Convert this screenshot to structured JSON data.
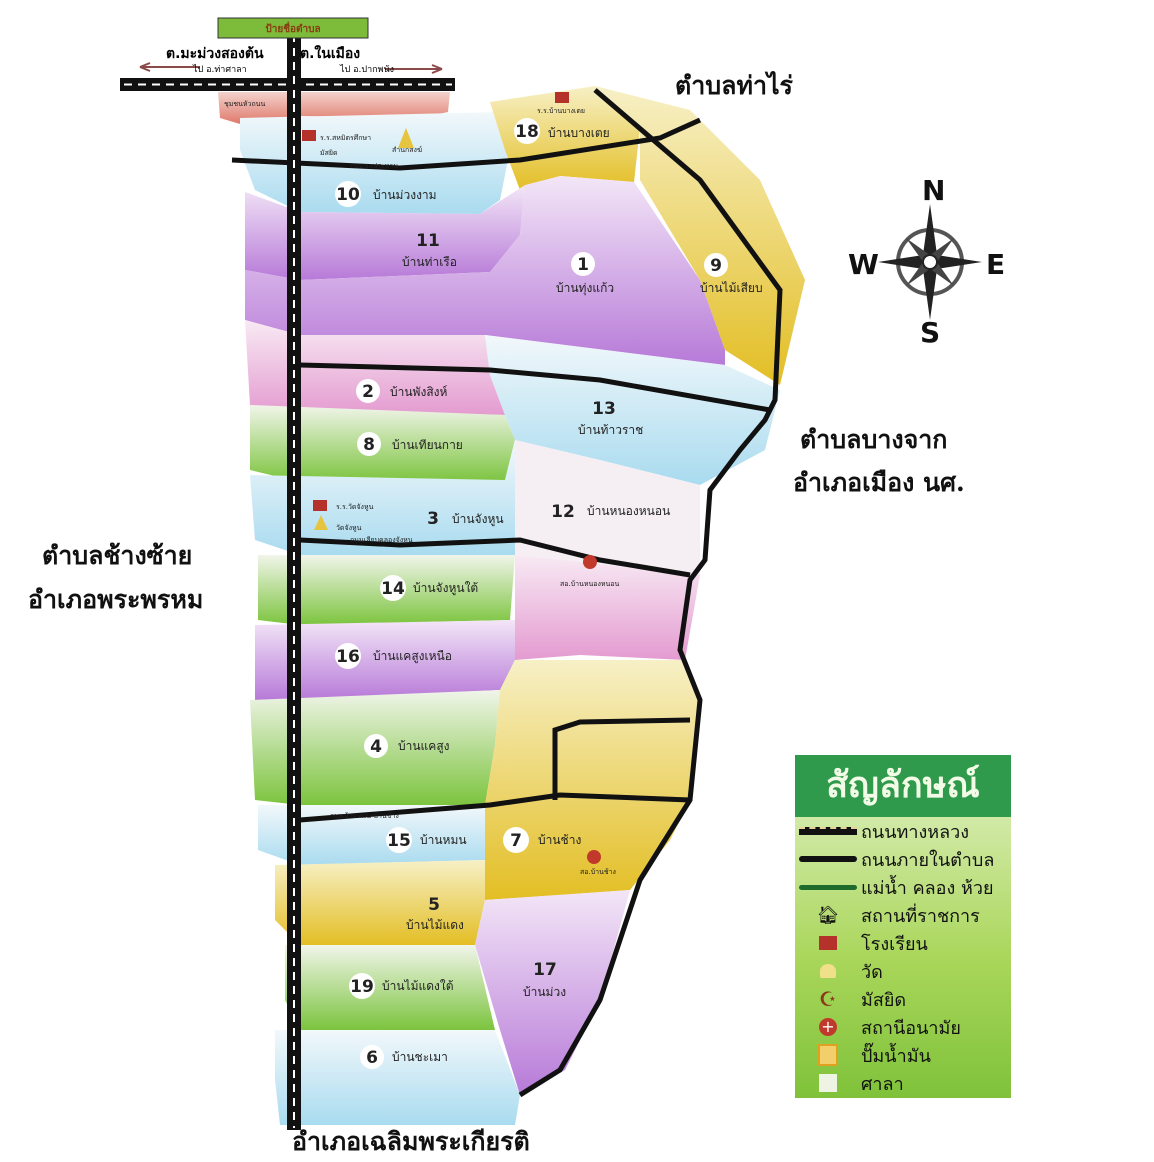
{
  "title_sign": "ป้ายชื่อตำบล",
  "top": {
    "left_subdistrict": "ต.มะม่วงสองต้น",
    "left_direction": "ไป อ.ท่าศาลา",
    "right_subdistrict": "ต.ในเมือง",
    "right_direction": "ไป อ.ปากพนัง"
  },
  "neighbors": {
    "north_east": "ตำบลท่าไร่",
    "east_line1": "ตำบลบางจาก",
    "east_line2": "อำเภอเมือง นศ.",
    "west_line1": "ตำบลช้างซ้าย",
    "west_line2": "อำเภอพระพรหม",
    "south": "อำเภอเฉลิมพระเกียรติ"
  },
  "compass": {
    "n": "N",
    "e": "E",
    "s": "S",
    "w": "W"
  },
  "places": {
    "community": "ชุมชนหัวถนน",
    "school_sahamit": "ร.ร.สหมิตรศึกษา",
    "mosque": "มัสยิด",
    "monastery": "สำนักสงฆ์",
    "irrigation_road": "ถนนชลประทาน",
    "school_bangtoei": "ร.ร.บ้านบางเตย",
    "wat_janghun": "วัดจังหูน",
    "school_janghun": "ร.ร.วัดจังหูน",
    "health_nongnon": "สอ.บ้านหนองหนอน",
    "health_chang": "สอ.บ้านช้าง",
    "road_janghun": "ถนนเลียบคลองจังหูน",
    "road_mon": "ถนนบ้านหมน-บ้านช้าง"
  },
  "villages": [
    {
      "no": "18",
      "name": "บ้านบางเตย"
    },
    {
      "no": "10",
      "name": "บ้านม่วงงาม"
    },
    {
      "no": "11",
      "name": "บ้านท่าเรือ"
    },
    {
      "no": "1",
      "name": "บ้านทุ่งแก้ว"
    },
    {
      "no": "9",
      "name": "บ้านไม้เสียบ"
    },
    {
      "no": "2",
      "name": "บ้านพังสิงห์"
    },
    {
      "no": "13",
      "name": "บ้านท้าวราช"
    },
    {
      "no": "8",
      "name": "บ้านเทียนกาย"
    },
    {
      "no": "3",
      "name": "บ้านจังหูน"
    },
    {
      "no": "12",
      "name": "บ้านหนองหนอน"
    },
    {
      "no": "14",
      "name": "บ้านจังหูนใต้"
    },
    {
      "no": "16",
      "name": "บ้านแคสูงเหนือ"
    },
    {
      "no": "4",
      "name": "บ้านแคสูง"
    },
    {
      "no": "15",
      "name": "บ้านหมน"
    },
    {
      "no": "7",
      "name": "บ้านช้าง"
    },
    {
      "no": "5",
      "name": "บ้านไม้แดง"
    },
    {
      "no": "17",
      "name": "บ้านม่วง"
    },
    {
      "no": "19",
      "name": "บ้านไม้แดงใต้"
    },
    {
      "no": "6",
      "name": "บ้านชะเมา"
    }
  ],
  "legend": {
    "title": "สัญลักษณ์",
    "items": [
      {
        "icon": "highway-icon",
        "label": "ถนนทางหลวง"
      },
      {
        "icon": "local-road-icon",
        "label": "ถนนภายในตำบล"
      },
      {
        "icon": "river-icon",
        "label": "แม่น้ำ คลอง ห้วย"
      },
      {
        "icon": "government-office-icon",
        "label": "สถานที่ราชการ"
      },
      {
        "icon": "school-icon",
        "label": "โรงเรียน"
      },
      {
        "icon": "temple-icon",
        "label": "วัด"
      },
      {
        "icon": "mosque-icon",
        "label": "มัสยิด"
      },
      {
        "icon": "health-station-icon",
        "label": "สถานีอนามัย"
      },
      {
        "icon": "gas-pump-icon",
        "label": "ปั๊มน้ำมัน"
      },
      {
        "icon": "pavilion-icon",
        "label": "ศาลา"
      }
    ]
  },
  "colors": {
    "purple": "#c38be0",
    "blue": "#bfe4f2",
    "green": "#8fcf5a",
    "yellow": "#e8c83a",
    "pink": "#eba9d4",
    "legend_green": "#2f9a4c"
  }
}
